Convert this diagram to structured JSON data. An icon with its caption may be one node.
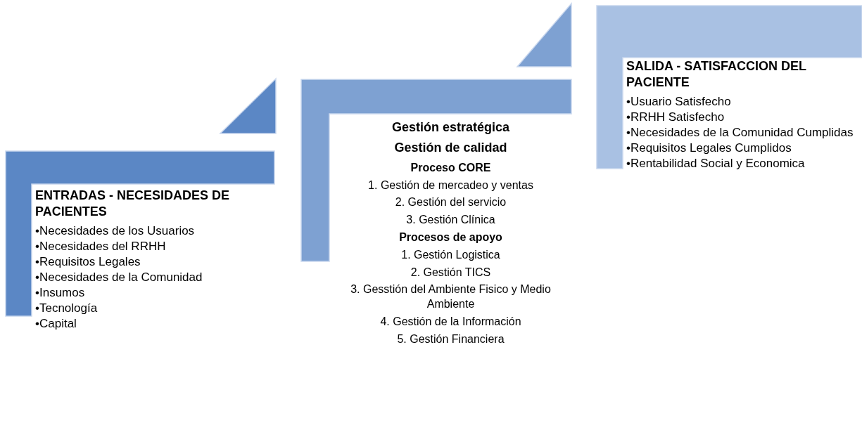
{
  "diagram": {
    "nodes": [
      {
        "text": [
          "ENTRADAS - NECESIDADES DE PACIENTES",
          "•Necesidades de los Usuarios",
          "•Necesidades del RRHH",
          "•Requisitos Legales",
          "•Necesidades de la Comunidad",
          "•Insumos",
          "•Tecnología",
          "•Capital"
        ]
      },
      {
        "text": [
          "Gestión estratégica",
          "Gestión de calidad",
          "Proceso CORE",
          "1. Gestión de mercadeo y ventas",
          "2. Gestión del servicio",
          "3. Gestión Clínica",
          "Procesos de apoyo",
          "1. Gestión Logistica",
          "2. Gestión TICS",
          "3. Gesstión del Ambiente Fisico y Medio Ambiente",
          "4. Gestión de la Información",
          "5. Gestión Financiera"
        ]
      },
      {
        "text": [
          "SALIDA - SATISFACCION DEL PACIENTE",
          "•Usuario Satisfecho",
          "•RRHH Satisfecho",
          "•Necesidades de la Comunidad Cumplidas",
          "•Requisitos Legales Cumplidos",
          "•Rentabilidad Social y Economica"
        ]
      }
    ]
  }
}
